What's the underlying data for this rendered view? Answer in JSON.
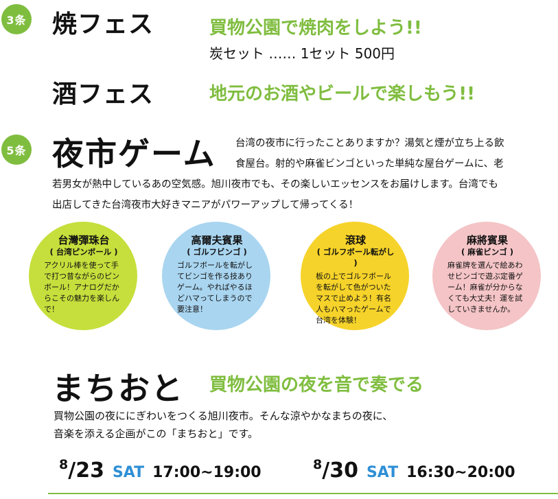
{
  "section3": {
    "badge": "3条",
    "yaki_title": "焼フェス",
    "yaki_tagline": "買物公園で焼肉をしよう!!",
    "yaki_detail": "炭セット ‥‥‥ 1セット 500円",
    "sake_title": "酒フェス",
    "sake_tagline": "地元のお酒やビールで楽しもう!!"
  },
  "section5": {
    "badge": "5条",
    "title": "夜市ゲーム",
    "intro_line1": "台湾の夜市に行ったことありますか？湯気と煙が立ち上る飲",
    "intro_line2": "食屋台。射的や麻雀ビンゴといった単純な屋台ゲームに、老",
    "intro_line3": "若男女が熱中しているあの空気感。旭川夜市でも、その楽しいエッセンスをお届けします。台湾でも",
    "intro_line4": "出店してきた台湾夜市大好きマニアがパワーアップして帰ってくる！",
    "games": [
      {
        "title": "台灣彈珠台",
        "subtitle": "( 台湾ピンボール )",
        "description": "アクリル棒を使って手で打つ昔ながらのピンボール！アナログだからこその魅力を楽しんで！",
        "color": "#c6df3c"
      },
      {
        "title": "高爾夫賓果",
        "subtitle": "( ゴルフビンゴ )",
        "description": "ゴルフボールを転がしてビンゴを作る技ありゲーム。やればやるほどハマってしまうので要注意！",
        "color": "#a9d5f0"
      },
      {
        "title": "滾球",
        "subtitle": "( ゴルフボール転がし )",
        "description": "板の上でゴルフボールを転がして色がついたマスで止めよう！有名人もハマったゲームで台湾を体験！",
        "color": "#f6d32a"
      },
      {
        "title": "麻將賓果",
        "subtitle": "( 麻雀ビンゴ )",
        "description": "麻雀牌を選んで絵あわせビンゴで遊ぶ定番ゲーム！麻雀が分からなくても大丈夫！運を試していきませんか。",
        "color": "#f4c4c6"
      }
    ]
  },
  "machioto": {
    "title": "まちおと",
    "tagline": "買物公園の夜を音で奏でる",
    "desc_line1": "買物公園の夜ににぎわいをつくる旭川夜市。そんな涼やかなまちの夜に、",
    "desc_line2": "音楽を添える企画がこの「まちおと」です。",
    "dates": [
      {
        "month": "8",
        "day": "/23",
        "weekday": "SAT",
        "time": "17:00~19:00"
      },
      {
        "month": "8",
        "day": "/30",
        "weekday": "SAT",
        "time": "16:30~20:00"
      }
    ]
  },
  "colors": {
    "accent_green": "#7fbd3f",
    "sat_blue": "#2f8fd6"
  }
}
